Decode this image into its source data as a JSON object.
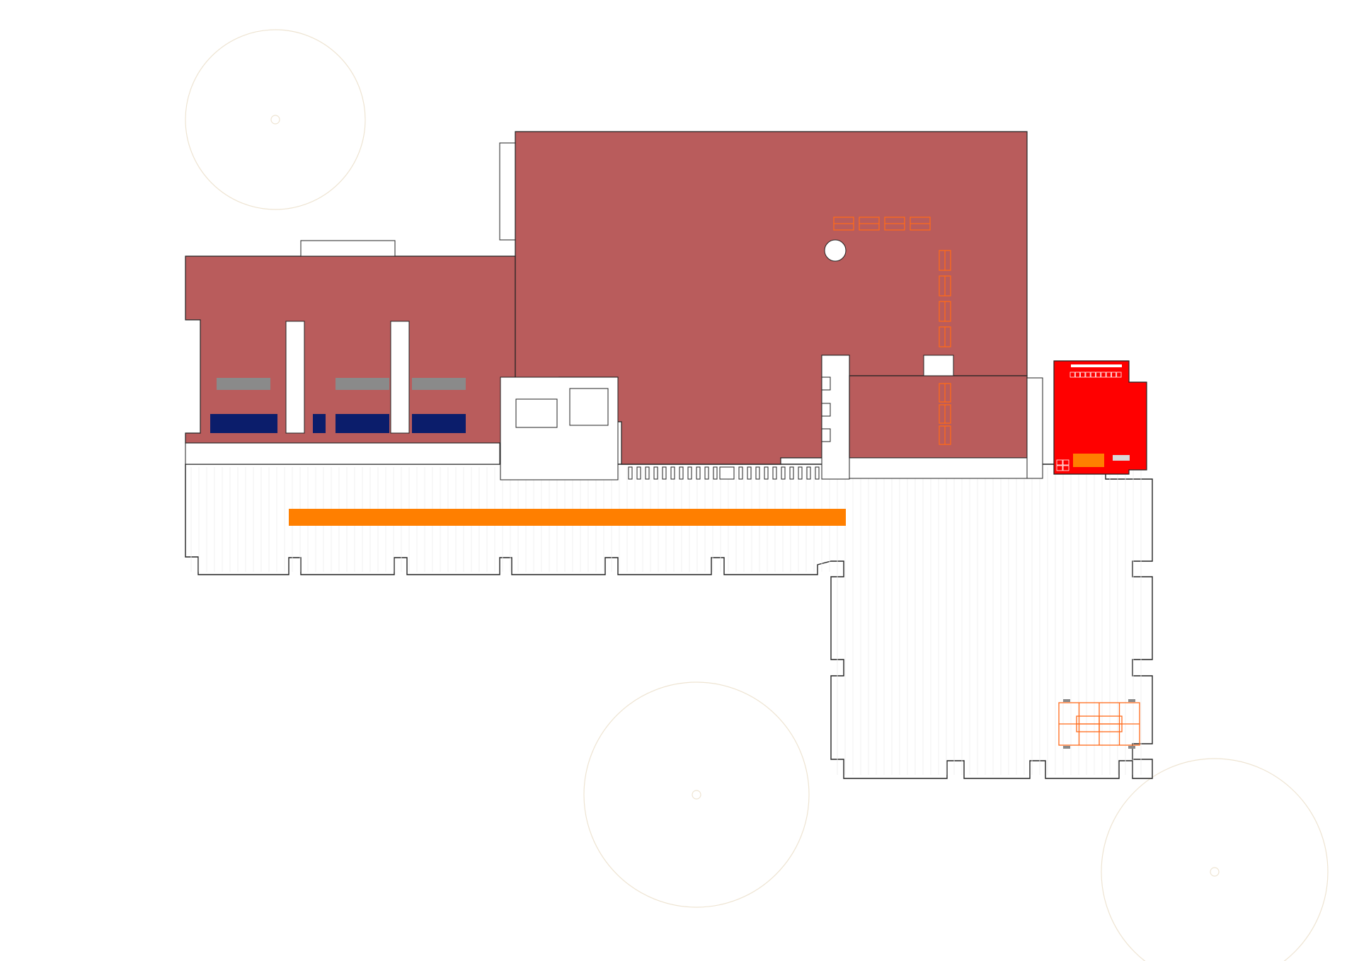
{
  "colors": {
    "background": "#ffffff",
    "room_fill": "#b95c5c",
    "room_fill_accent": "#ff0000",
    "corridor_fill": "#ffffff",
    "outline": "#222222",
    "bench_navy": "#0b1d6b",
    "bench_gray": "#8a8a8a",
    "orange_bar": "#ff7f00",
    "orange_line": "#ff6a1a",
    "tree_line": "#eee4d2",
    "floor_line": "#ededed"
  },
  "elements": {
    "trees": [
      "tree-circle",
      "tree-circle",
      "tree-circle"
    ],
    "rooms": [
      "large-hall",
      "west-wing",
      "south-east-room",
      "red-room"
    ],
    "furniture": [
      "bench-navy",
      "bench-gray",
      "orange-bar",
      "chair-grid",
      "table-grid"
    ]
  }
}
